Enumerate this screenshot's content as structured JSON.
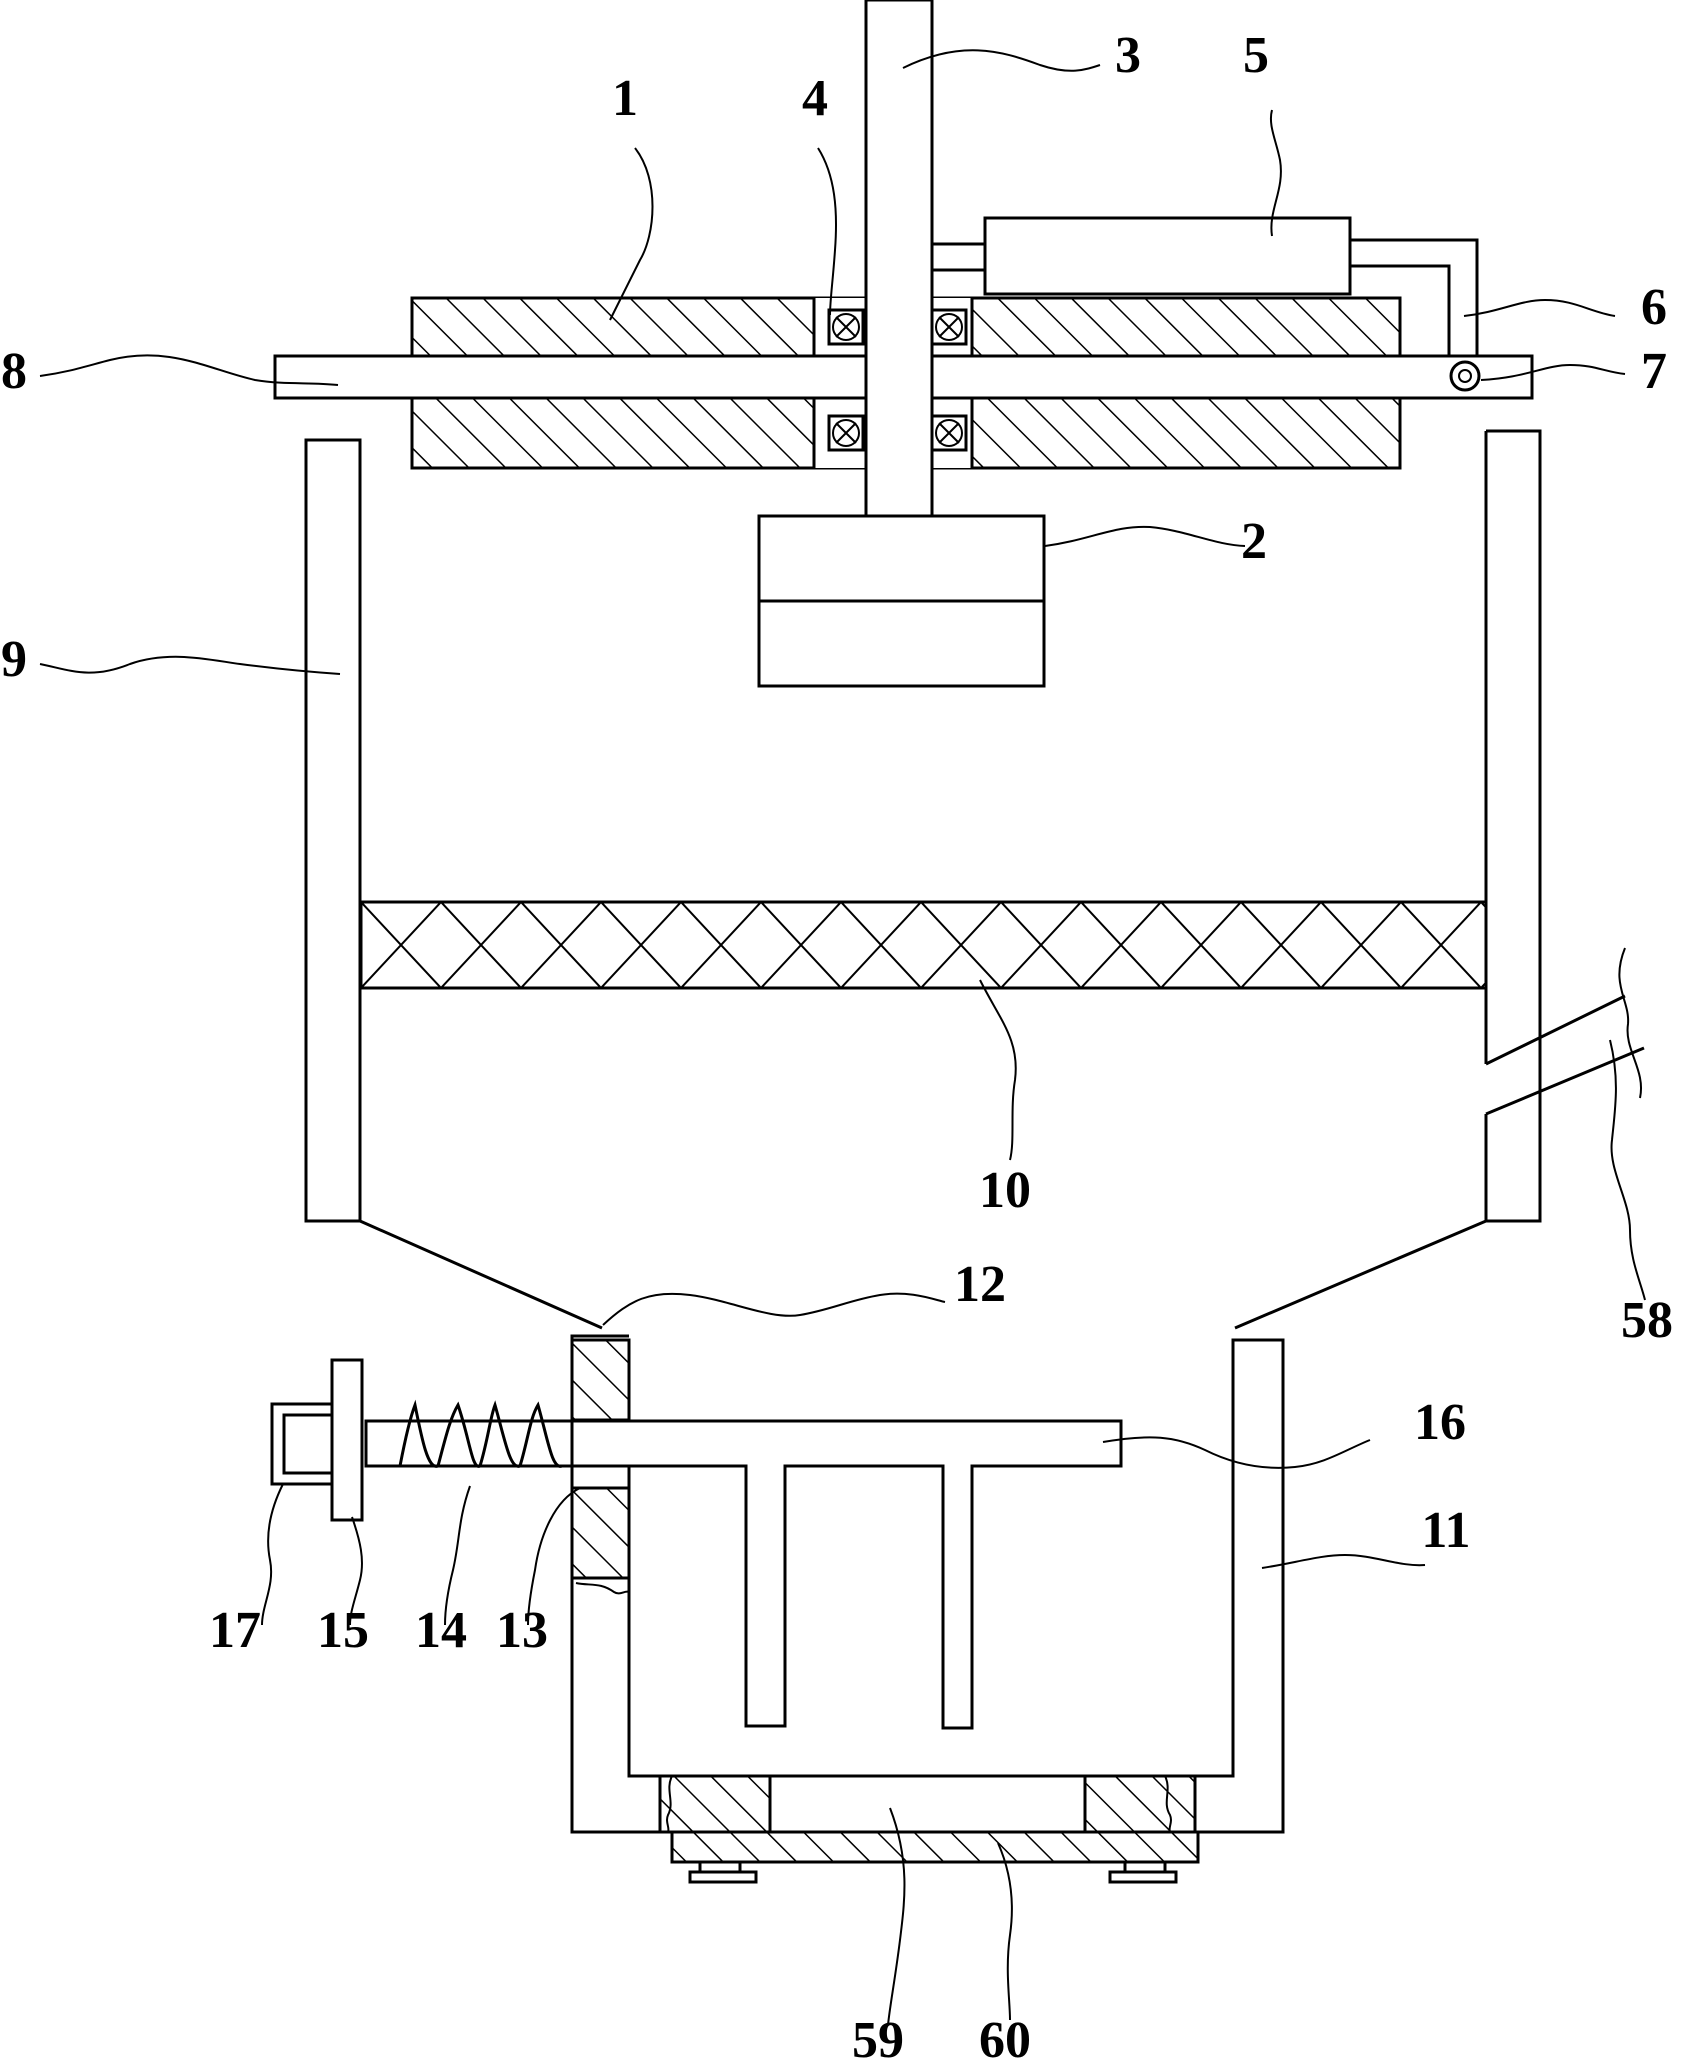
{
  "labels": {
    "1": "1",
    "2": "2",
    "3": "3",
    "4": "4",
    "5": "5",
    "6": "6",
    "7": "7",
    "8": "8",
    "9": "9",
    "10": "10",
    "11": "11",
    "12": "12",
    "13": "13",
    "14": "14",
    "15": "15",
    "16": "16",
    "17": "17",
    "58": "58",
    "59": "59",
    "60": "60"
  }
}
